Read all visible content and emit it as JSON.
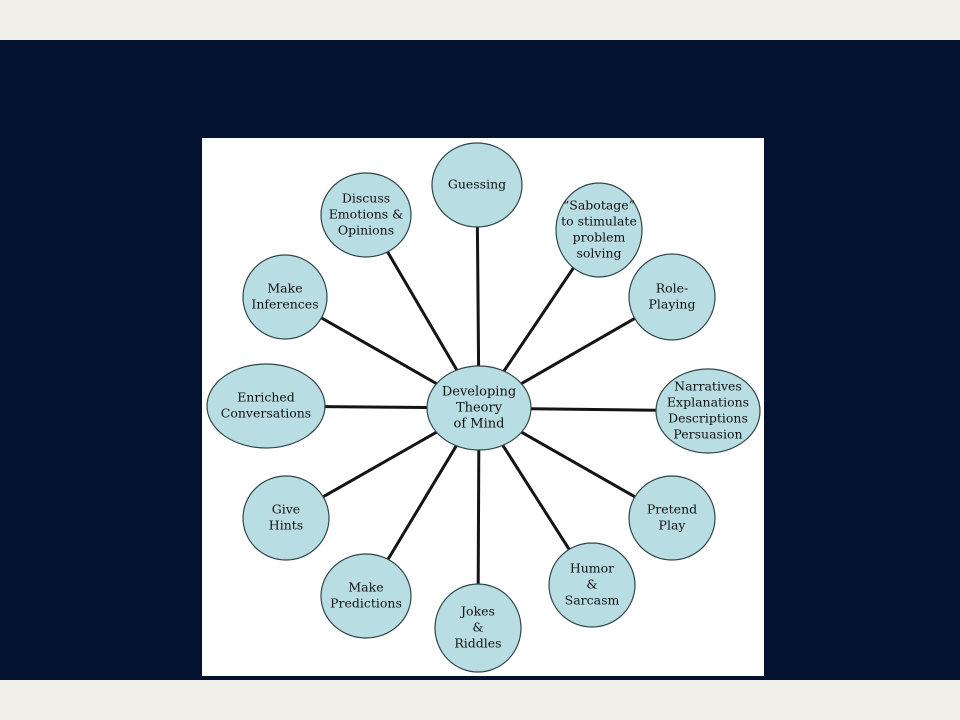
{
  "diagram": {
    "center": {
      "lines": [
        "Developing",
        "Theory",
        "of Mind"
      ]
    },
    "nodes": [
      {
        "id": "guessing",
        "lines": [
          "Guessing"
        ]
      },
      {
        "id": "sabotage",
        "lines": [
          "“Sabotage”",
          "to stimulate",
          "problem",
          "solving"
        ]
      },
      {
        "id": "role-playing",
        "lines": [
          "Role-",
          "Playing"
        ]
      },
      {
        "id": "narratives",
        "lines": [
          "Narratives",
          "Explanations",
          "Descriptions",
          "Persuasion"
        ]
      },
      {
        "id": "pretend-play",
        "lines": [
          "Pretend",
          "Play"
        ]
      },
      {
        "id": "humor-sarcasm",
        "lines": [
          "Humor",
          "&",
          "Sarcasm"
        ]
      },
      {
        "id": "jokes-riddles",
        "lines": [
          "Jokes",
          "&",
          "Riddles"
        ]
      },
      {
        "id": "make-predictions",
        "lines": [
          "Make",
          "Predictions"
        ]
      },
      {
        "id": "give-hints",
        "lines": [
          "Give",
          "Hints"
        ]
      },
      {
        "id": "enriched-conversations",
        "lines": [
          "Enriched",
          "Conversations"
        ]
      },
      {
        "id": "make-inferences",
        "lines": [
          "Make",
          "Inferences"
        ]
      },
      {
        "id": "discuss-emotions",
        "lines": [
          "Discuss",
          "Emotions &",
          "Opinions"
        ]
      }
    ]
  }
}
